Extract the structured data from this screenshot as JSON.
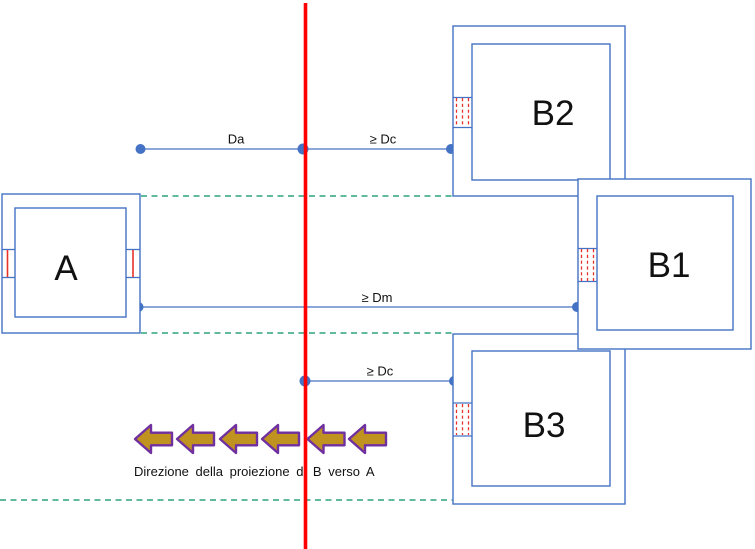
{
  "diagram": {
    "boxes": {
      "a": {
        "label": "A"
      },
      "b1": {
        "label": "B1"
      },
      "b2": {
        "label": "B2"
      },
      "b3": {
        "label": "B3"
      }
    },
    "measurements": {
      "da": {
        "label": "Da"
      },
      "dc_top": {
        "label": "≥ Dc"
      },
      "dm": {
        "label": "≥ Dm"
      },
      "dc_bottom": {
        "label": "≥ Dc"
      }
    },
    "caption": "Direzione della proiezione di B verso A"
  },
  "colors": {
    "diagram_blue": "#4472C4",
    "boundary_red": "#FF0000",
    "opening_red": "#E8322A",
    "green_guide": "#2FA37E",
    "arrow_fill": "#C0921F",
    "arrow_stroke": "#7030A0",
    "label_color": "#111111"
  }
}
